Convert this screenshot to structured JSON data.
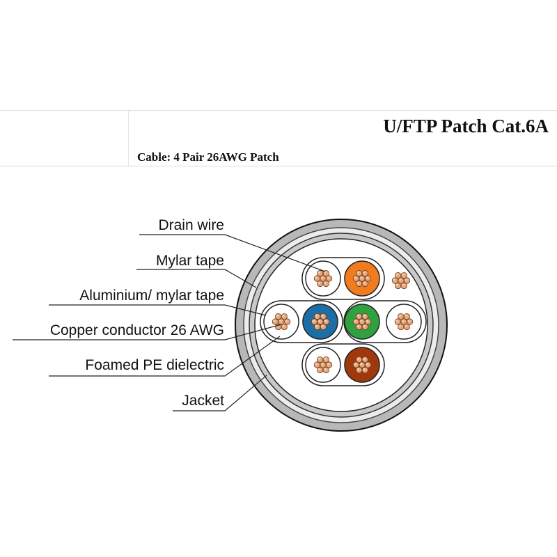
{
  "header": {
    "title": "U/FTP Patch Cat.6A",
    "subtitle": "Cable: 4 Pair 26AWG Patch"
  },
  "labels": [
    {
      "id": "drain-wire",
      "text": "Drain wire"
    },
    {
      "id": "mylar-tape",
      "text": "Mylar tape"
    },
    {
      "id": "aluminium-mylar-tape",
      "text": "Aluminium/ mylar tape"
    },
    {
      "id": "copper-conductor",
      "text": "Copper conductor 26 AWG"
    },
    {
      "id": "foamed-pe-dielectric",
      "text": "Foamed PE dielectric"
    },
    {
      "id": "jacket",
      "text": "Jacket"
    }
  ],
  "colors": {
    "jacket": "#b4b4b4",
    "copper": "#e8a87c",
    "copper_light": "#f6d2b4",
    "white": "#ffffff",
    "orange": "#f07c1e",
    "blue": "#1c6ea4",
    "green": "#30a040",
    "brown": "#a0380e"
  },
  "pairs": [
    {
      "name": "orange-pair",
      "insulation": [
        "white",
        "orange"
      ]
    },
    {
      "name": "blue-pair",
      "insulation": [
        "white",
        "blue"
      ]
    },
    {
      "name": "green-pair",
      "insulation": [
        "green",
        "white"
      ]
    },
    {
      "name": "brown-pair",
      "insulation": [
        "white",
        "brown"
      ]
    }
  ]
}
